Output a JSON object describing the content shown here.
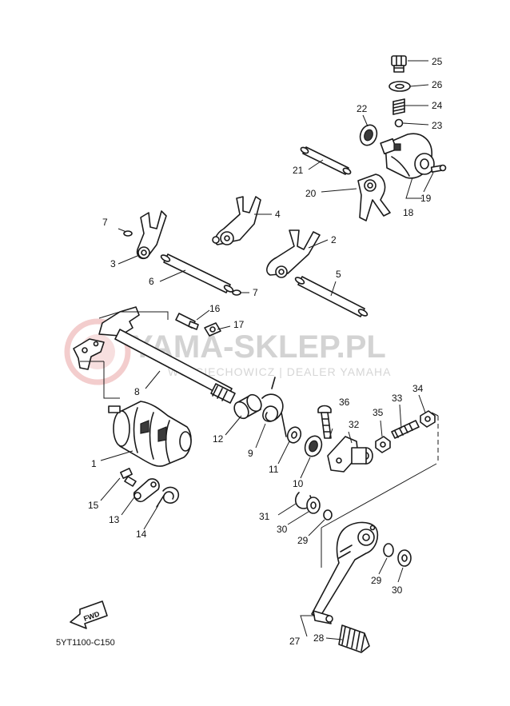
{
  "watermark": {
    "brand": "YAMA-SKLEP.PL",
    "subtitle": "WOJCIECHOWICZ | DEALER YAMAHA",
    "color": "#e8a0a0"
  },
  "diagram_code": "5YT1100-C150",
  "fwd_label": "FWD",
  "callouts": {
    "c1": "1",
    "c2": "2",
    "c3": "3",
    "c4": "4",
    "c5": "5",
    "c6": "6",
    "c7a": "7",
    "c7b": "7",
    "c8": "8",
    "c9": "9",
    "c10": "10",
    "c11": "11",
    "c12": "12",
    "c13": "13",
    "c14": "14",
    "c15": "15",
    "c16": "16",
    "c17": "17",
    "c18": "18",
    "c19": "19",
    "c20": "20",
    "c21": "21",
    "c22": "22",
    "c23": "23",
    "c24": "24",
    "c25": "25",
    "c26": "26",
    "c27": "27",
    "c28": "28",
    "c29a": "29",
    "c29b": "29",
    "c30a": "30",
    "c30b": "30",
    "c31": "31",
    "c32": "32",
    "c33": "33",
    "c34": "34",
    "c35": "35",
    "c36": "36"
  }
}
